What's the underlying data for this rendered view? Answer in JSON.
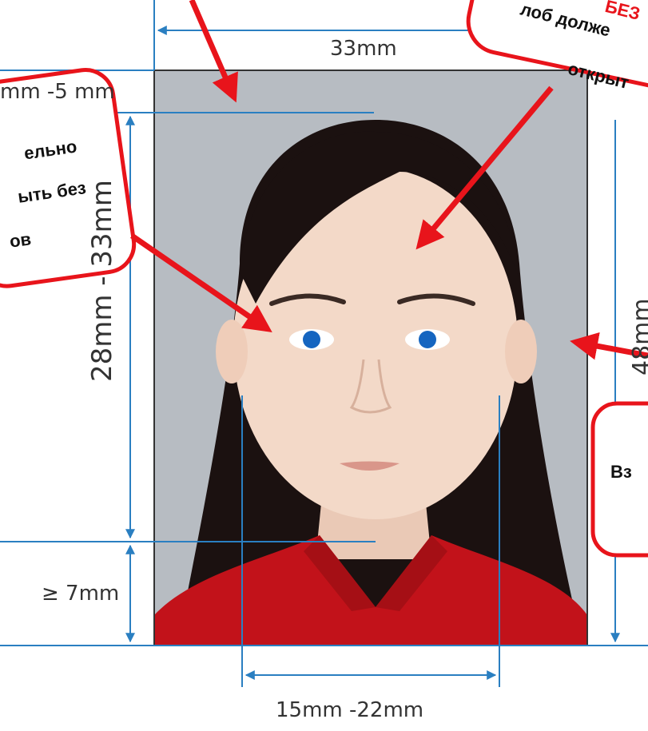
{
  "dimensions": {
    "width_label": "33mm",
    "top_gap_label": "mm -5 mm",
    "head_height_label": "28mm - 33mm",
    "chin_gap_label": "≥ 7mm",
    "face_width_label": "15mm -22mm",
    "total_height_label": "48mm"
  },
  "callouts": {
    "left": [
      "ельно",
      "ыть без",
      "ов"
    ],
    "top_right_red": "БЕЗ",
    "top_right": [
      "лоб долже",
      "открыт"
    ],
    "right": "Вз"
  },
  "colors": {
    "dimension_line": "#2a7fc1",
    "callout": "#e8141b",
    "background": "#b7bcc2",
    "hair": "#1b1110",
    "shirt": "#c2121a",
    "skin": "#f3d9c8",
    "eye": "#1565c0"
  }
}
